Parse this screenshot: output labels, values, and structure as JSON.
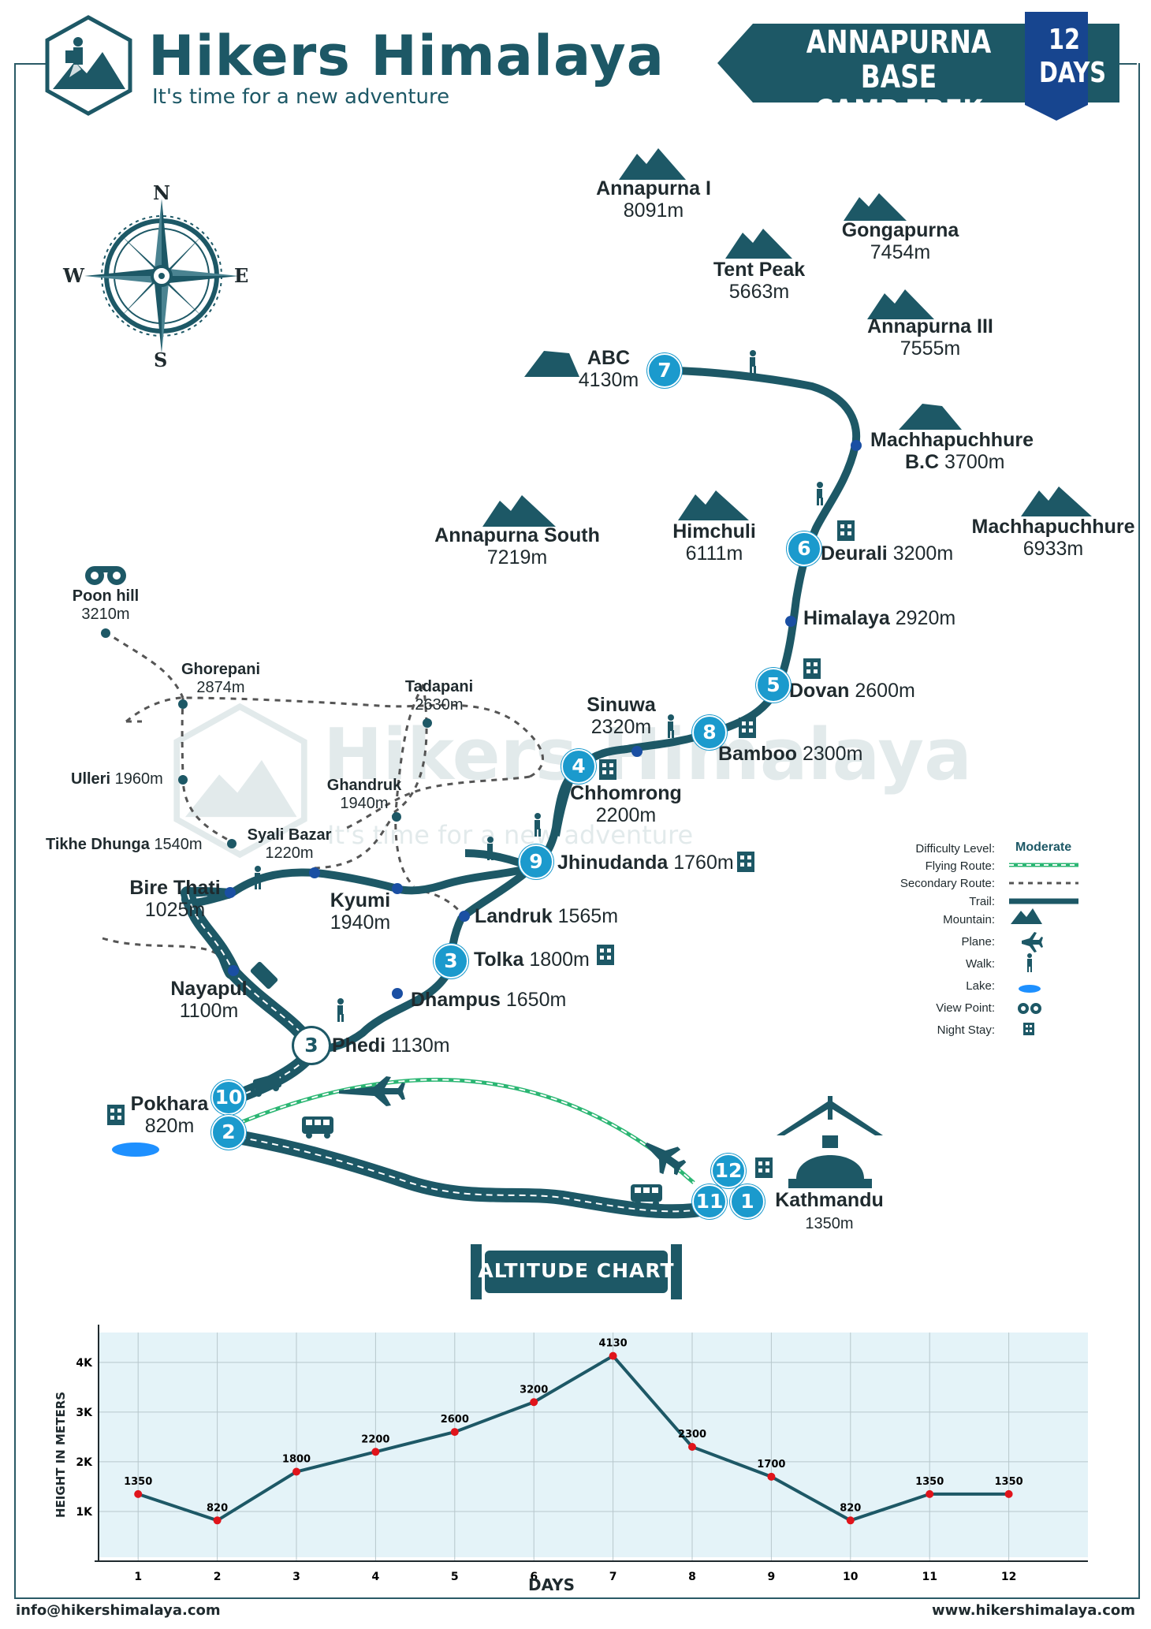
{
  "header": {
    "brand": "Hikers Himalaya",
    "tagline": "It's time for a new adventure",
    "trek_title_line1": "ANNAPURNA BASE",
    "trek_title_line2": "CAMP TREK",
    "days_number": "12",
    "days_label": "DAYS",
    "colors": {
      "primary": "#1d5866",
      "accent": "#1b9acd",
      "node": "#1a4fa3"
    }
  },
  "compass": {
    "n": "N",
    "s": "S",
    "e": "E",
    "w": "W"
  },
  "mountains": [
    {
      "name": "Annapurna I",
      "alt": "8091m"
    },
    {
      "name": "Gongapurna",
      "alt": "7454m"
    },
    {
      "name": "Tent Peak",
      "alt": "5663m"
    },
    {
      "name": "Annapurna III",
      "alt": "7555m"
    },
    {
      "name": "Machhapuchhure",
      "alt": "6933m"
    },
    {
      "name": "Himchuli",
      "alt": "6111m"
    },
    {
      "name": "Annapurna South",
      "alt": "7219m"
    }
  ],
  "places": {
    "abc": {
      "name": "ABC",
      "alt": "4130m"
    },
    "mbc": {
      "name": "Machhapuchhure",
      "name2": "B.C",
      "alt": "3700m"
    },
    "deurali": {
      "name": "Deurali",
      "alt": "3200m"
    },
    "himalaya": {
      "name": "Himalaya",
      "alt": "2920m"
    },
    "dovan": {
      "name": "Dovan",
      "alt": "2600m"
    },
    "bamboo": {
      "name": "Bamboo",
      "alt": "2300m"
    },
    "sinuwa": {
      "name": "Sinuwa",
      "alt": "2320m"
    },
    "chhomrong": {
      "name": "Chhomrong",
      "alt": "2200m"
    },
    "jhinudanda": {
      "name": "Jhinudanda",
      "alt": "1760m"
    },
    "landruk": {
      "name": "Landruk",
      "alt": "1565m"
    },
    "tolka": {
      "name": "Tolka",
      "alt": "1800m"
    },
    "dhampus": {
      "name": "Dhampus",
      "alt": "1650m"
    },
    "phedi": {
      "name": "Phedi",
      "alt": "1130m"
    },
    "nayapul": {
      "name": "Nayapul",
      "alt": "1100m"
    },
    "pokhara": {
      "name": "Pokhara",
      "alt": "820m"
    },
    "kathmandu": {
      "name": "Kathmandu",
      "alt": "1350m"
    },
    "poonhill": {
      "name": "Poon hill",
      "alt": "3210m"
    },
    "ghorepani": {
      "name": "Ghorepani",
      "alt": "2874m"
    },
    "tadapani": {
      "name": "Tadapani",
      "alt": "2630m"
    },
    "ulleri": {
      "name": "Ulleri",
      "alt": "1960m"
    },
    "ghandruk": {
      "name": "Ghandruk",
      "alt": "1940m"
    },
    "tikhe": {
      "name": "Tikhe Dhunga",
      "alt": "1540m"
    },
    "syali": {
      "name": "Syali Bazar",
      "alt": "1220m"
    },
    "birethati": {
      "name": "Bire Thati",
      "alt": "1025m"
    },
    "kyumi": {
      "name": "Kyumi",
      "alt": "1940m"
    }
  },
  "day_markers": {
    "d7": "7",
    "d6": "6",
    "d5": "5",
    "d8": "8",
    "d4": "4",
    "d9": "9",
    "d3a": "3",
    "d3b": "3",
    "d10": "10",
    "d2": "2",
    "d12": "12",
    "d11": "11",
    "d1": "1"
  },
  "legend": {
    "difficulty_label": "Difficulty Level:",
    "difficulty_value": "Moderate",
    "flying": "Flying Route:",
    "secondary": "Secondary Route:",
    "trail": "Trail:",
    "mountain": "Mountain:",
    "plane": "Plane:",
    "walk": "Walk:",
    "lake": "Lake:",
    "viewpoint": "View Point:",
    "nightstay": "Night Stay:"
  },
  "altitude_chart_title": "ALTITUDE CHART",
  "chart_data": {
    "type": "line",
    "x": [
      1,
      2,
      3,
      4,
      5,
      6,
      7,
      8,
      9,
      10,
      11,
      12
    ],
    "categories": [
      "1",
      "2",
      "3",
      "4",
      "5",
      "6",
      "7",
      "8",
      "9",
      "10",
      "11",
      "12"
    ],
    "values": [
      1350,
      820,
      1800,
      2200,
      2600,
      3200,
      4130,
      2300,
      1700,
      820,
      1350,
      1350
    ],
    "data_labels": [
      "1350",
      "820",
      "1800",
      "2200",
      "2600",
      "3200",
      "4130",
      "2300",
      "1700",
      "820",
      "1350",
      "1350"
    ],
    "xlabel": "DAYS",
    "ylabel": "HEIGHT IN METERS",
    "y_ticks": [
      1000,
      2000,
      3000,
      4000
    ],
    "y_tick_labels": [
      "1K",
      "2K",
      "3K",
      "4K"
    ],
    "ylim": [
      0,
      4600
    ],
    "xlim": [
      0.5,
      13
    ],
    "grid": true,
    "colors": {
      "line": "#1d5866",
      "point": "#e0141b",
      "background": "#e4f3f8"
    }
  },
  "footer": {
    "email": "info@hikershimalaya.com",
    "website": "www.hikershimalaya.com"
  }
}
